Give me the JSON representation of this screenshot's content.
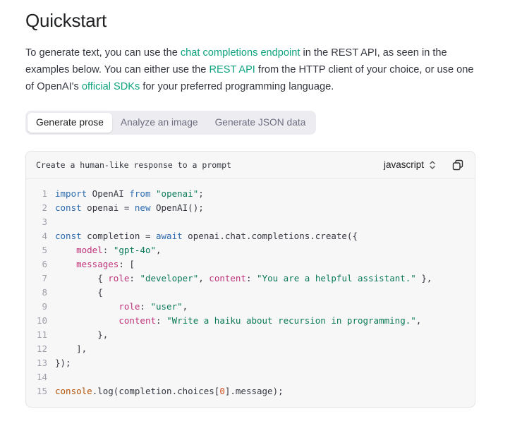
{
  "page": {
    "title": "Quickstart",
    "intro": {
      "p1": "To generate text, you can use the ",
      "link1": "chat completions endpoint",
      "p2": " in the REST API, as seen in the examples below. You can either use the ",
      "link2": "REST API",
      "p3": " from the HTTP client of your choice, or use one of OpenAI's ",
      "link3": "official SDKs",
      "p4": " for your preferred programming language."
    }
  },
  "tabs": [
    {
      "label": "Generate prose",
      "active": true
    },
    {
      "label": "Analyze an image",
      "active": false
    },
    {
      "label": "Generate JSON data",
      "active": false
    }
  ],
  "code": {
    "caption": "Create a human-like response to a prompt",
    "language": "javascript",
    "line_numbers": [
      "1",
      "2",
      "3",
      "4",
      "5",
      "6",
      "7",
      "8",
      "9",
      "10",
      "11",
      "12",
      "13",
      "14",
      "15"
    ],
    "lines": [
      [
        {
          "t": "import",
          "c": "kw"
        },
        {
          "t": " OpenAI "
        },
        {
          "t": "from",
          "c": "kw"
        },
        {
          "t": " "
        },
        {
          "t": "\"openai\"",
          "c": "str"
        },
        {
          "t": ";"
        }
      ],
      [
        {
          "t": "const",
          "c": "kw"
        },
        {
          "t": " openai = "
        },
        {
          "t": "new",
          "c": "kw"
        },
        {
          "t": " OpenAI();"
        }
      ],
      [],
      [
        {
          "t": "const",
          "c": "kw"
        },
        {
          "t": " completion = "
        },
        {
          "t": "await",
          "c": "kw"
        },
        {
          "t": " openai.chat.completions.create({"
        }
      ],
      [
        {
          "t": "    "
        },
        {
          "t": "model",
          "c": "prop"
        },
        {
          "t": ": "
        },
        {
          "t": "\"gpt-4o\"",
          "c": "str"
        },
        {
          "t": ","
        }
      ],
      [
        {
          "t": "    "
        },
        {
          "t": "messages",
          "c": "prop"
        },
        {
          "t": ": ["
        }
      ],
      [
        {
          "t": "        { "
        },
        {
          "t": "role",
          "c": "prop"
        },
        {
          "t": ": "
        },
        {
          "t": "\"developer\"",
          "c": "str"
        },
        {
          "t": ", "
        },
        {
          "t": "content",
          "c": "prop"
        },
        {
          "t": ": "
        },
        {
          "t": "\"You are a helpful assistant.\"",
          "c": "str"
        },
        {
          "t": " },"
        }
      ],
      [
        {
          "t": "        {"
        }
      ],
      [
        {
          "t": "            "
        },
        {
          "t": "role",
          "c": "prop"
        },
        {
          "t": ": "
        },
        {
          "t": "\"user\"",
          "c": "str"
        },
        {
          "t": ","
        }
      ],
      [
        {
          "t": "            "
        },
        {
          "t": "content",
          "c": "prop"
        },
        {
          "t": ": "
        },
        {
          "t": "\"Write a haiku about recursion in programming.\"",
          "c": "str"
        },
        {
          "t": ","
        }
      ],
      [
        {
          "t": "        },"
        }
      ],
      [
        {
          "t": "    ],"
        }
      ],
      [
        {
          "t": "});"
        }
      ],
      [],
      [
        {
          "t": "console",
          "c": "fn"
        },
        {
          "t": ".log(completion.choices["
        },
        {
          "t": "0",
          "c": "num"
        },
        {
          "t": "].message);"
        }
      ]
    ]
  },
  "icons": {
    "lang_chevron": "chevron-up-down-icon",
    "copy": "copy-icon"
  },
  "colors": {
    "link": "#10a37f",
    "keyword": "#2b6cb0",
    "string": "#0b7a57",
    "property": "#c0347a"
  }
}
